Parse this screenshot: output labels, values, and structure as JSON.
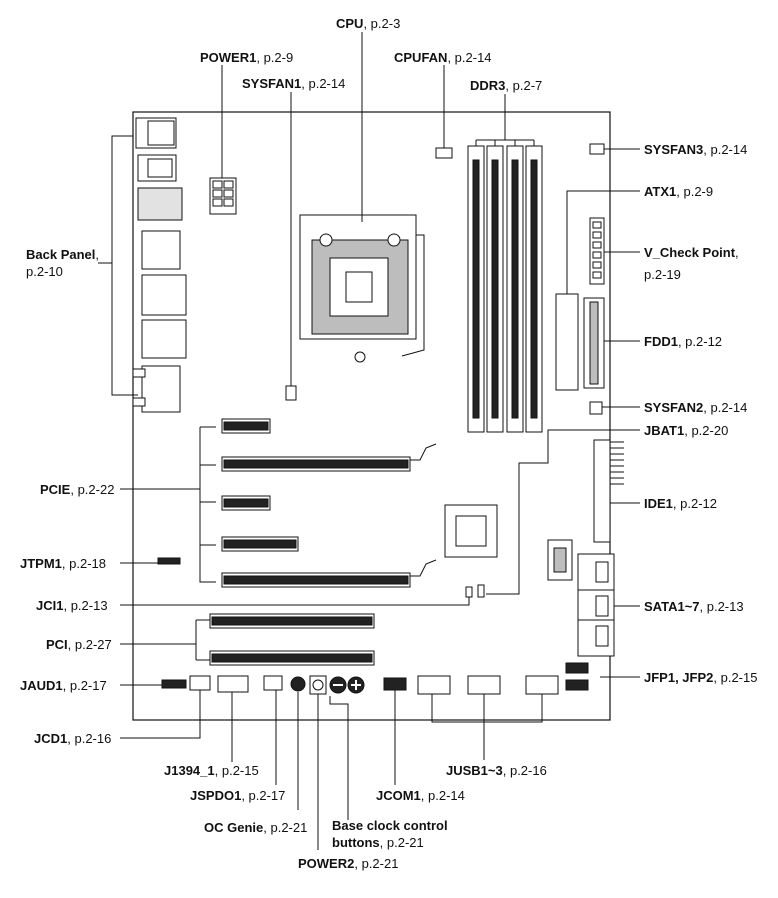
{
  "labels": {
    "cpu": {
      "name": "CPU",
      "ref": ", p.2-3"
    },
    "power1": {
      "name": "POWER1",
      "ref": ", p.2-9"
    },
    "sysfan1": {
      "name": "SYSFAN1",
      "ref": ", p.2-14"
    },
    "cpufan": {
      "name": "CPUFAN",
      "ref": ", p.2-14"
    },
    "ddr3": {
      "name": "DDR3",
      "ref": ", p.2-7"
    },
    "sysfan3": {
      "name": "SYSFAN3",
      "ref": ", p.2-14"
    },
    "atx1": {
      "name": "ATX1",
      "ref": ", p.2-9"
    },
    "vcheck": {
      "name": "V_Check Point",
      "ref": ",",
      "ref2": "p.2-19"
    },
    "fdd1": {
      "name": "FDD1",
      "ref": ", p.2-12"
    },
    "sysfan2": {
      "name": "SYSFAN2",
      "ref": ", p.2-14"
    },
    "jbat1": {
      "name": "JBAT1",
      "ref": ", p.2-20"
    },
    "ide1": {
      "name": "IDE1",
      "ref": ", p.2-12"
    },
    "sata": {
      "name": "SATA1~7",
      "ref": ", p.2-13"
    },
    "jfp": {
      "name": "JFP1, JFP2",
      "ref": ", p.2-15"
    },
    "backpanel": {
      "name": "Back Panel",
      "ref": ",",
      "ref2": "p.2-10"
    },
    "pcie": {
      "name": "PCIE",
      "ref": ", p.2-22"
    },
    "jtpm1": {
      "name": "JTPM1",
      "ref": ", p.2-18"
    },
    "jci1": {
      "name": "JCI1",
      "ref": ", p.2-13"
    },
    "pci": {
      "name": "PCI",
      "ref": ", p.2-27"
    },
    "jaud1": {
      "name": "JAUD1",
      "ref": ", p.2-17"
    },
    "jcd1": {
      "name": "JCD1",
      "ref": ", p.2-16"
    },
    "j1394": {
      "name": "J1394_1",
      "ref": ", p.2-15"
    },
    "jusb": {
      "name": "JUSB1~3",
      "ref": ", p.2-16"
    },
    "jspdo1": {
      "name": "JSPDO1",
      "ref": ", p.2-17"
    },
    "jcom1": {
      "name": "JCOM1",
      "ref": ", p.2-14"
    },
    "ocgenie": {
      "name": "OC Genie",
      "ref": ", p.2-21"
    },
    "baseclock": {
      "name": "Base clock control",
      "name2": "buttons",
      "ref": ", p.2-21"
    },
    "power2": {
      "name": "POWER2",
      "ref": ", p.2-21"
    }
  }
}
